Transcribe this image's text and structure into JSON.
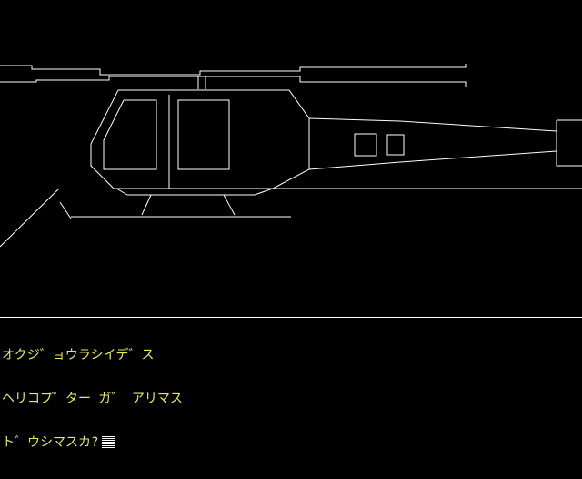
{
  "scene": {
    "subject": "helicopter",
    "line_color": "#ffffff",
    "background_color": "#000000"
  },
  "text_window": {
    "text_color": "#e8e85a",
    "line1": "オクジ゛ョウラシイデ゛ス",
    "line2": "ヘリコプ゛ター ガ゛ アリマス",
    "prompt": "ト゛ウシマスカ?"
  }
}
